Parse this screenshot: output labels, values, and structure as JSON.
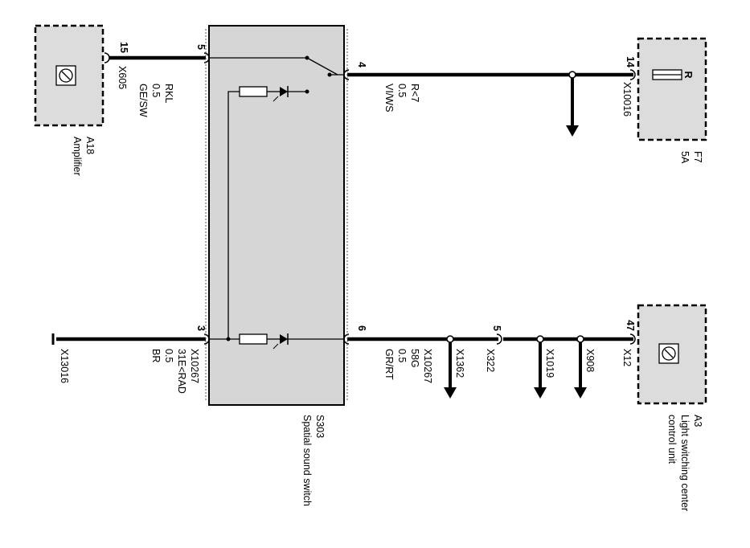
{
  "components": {
    "amplifier": {
      "id": "A18",
      "name": "Amplifier",
      "pin": "15",
      "connector": "X605"
    },
    "fuse": {
      "id": "F7",
      "rating": "5A",
      "label": "R",
      "pin": "14",
      "connector": "X10016"
    },
    "light_unit": {
      "id": "A3",
      "name_line1": "Light switching center",
      "name_line2": "control unit",
      "pin": "47",
      "connector": "X12"
    },
    "spatial_switch": {
      "id": "S303",
      "name": "Spatial sound switch",
      "pin_top_left": "5",
      "pin_top_right": "4",
      "pin_bottom_left": "3",
      "pin_bottom_right": "6"
    }
  },
  "wires": {
    "rkl": {
      "name": "RKL",
      "size": "0.5",
      "color": "GE/SW"
    },
    "r7": {
      "name": "R<7",
      "size": "0.5",
      "color": "VI/WS"
    },
    "e_rad": {
      "connector": "X10267",
      "name": "31E<RAD",
      "size": "0.5",
      "color": "BR"
    },
    "g58": {
      "connector": "X10267",
      "name": "58G",
      "size": "0.5",
      "color": "GR/RT"
    }
  },
  "connectors": {
    "ground": "X13016",
    "splice_1362": "X1362",
    "splice_322": "X322",
    "splice_322_pin": "5",
    "splice_1019": "X1019",
    "splice_908": "X908"
  }
}
